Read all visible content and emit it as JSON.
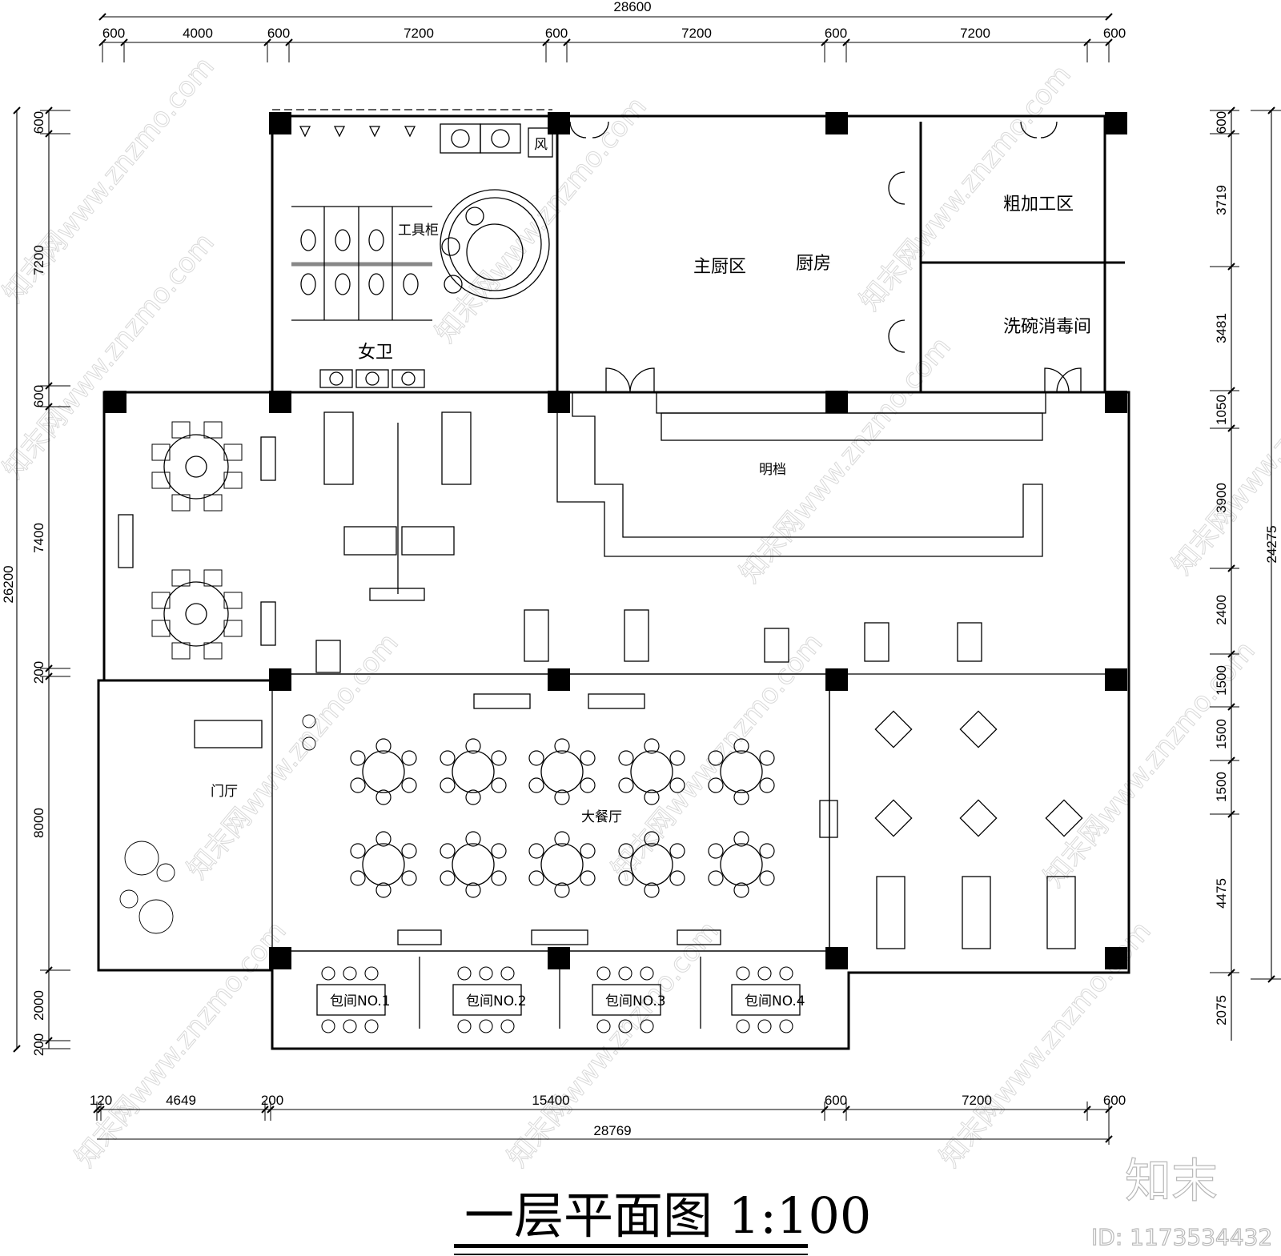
{
  "drawing": {
    "title": "一层平面图 1:100",
    "scale": "1:100"
  },
  "dimensions": {
    "top_total": "28600",
    "top_segments": [
      "600",
      "4000",
      "600",
      "7200",
      "600",
      "7200",
      "600",
      "7200",
      "600"
    ],
    "bottom_total": "28769",
    "bottom_segments": [
      "120",
      "4649",
      "200",
      "15400",
      "600",
      "7200",
      "600"
    ],
    "left_total": "26200",
    "left_segments": [
      "600",
      "7200",
      "600",
      "7400",
      "200",
      "8000",
      "2000",
      "200"
    ],
    "right_total": "24275",
    "right_segments": [
      "600",
      "3719",
      "3481",
      "1050",
      "3900",
      "2400",
      "1500",
      "1500",
      "1500",
      "4475",
      "2075"
    ]
  },
  "rooms": {
    "toilet_female": "女卫",
    "tool_cabinet": "工具柜",
    "wind_shaft": "风",
    "main_kitchen": "主厨区",
    "kitchen": "厨房",
    "rough_processing": "粗加工区",
    "dishwashing": "洗碗消毒间",
    "open_kitchen": "明档",
    "lobby": "门厅",
    "main_dining": "大餐厅",
    "private_rooms": [
      "包间NO.1",
      "包间NO.2",
      "包间NO.3",
      "包间NO.4"
    ]
  },
  "watermark": {
    "text": "知末网www.znzmo.com",
    "brand": "知末",
    "id": "ID: 1173534432"
  }
}
